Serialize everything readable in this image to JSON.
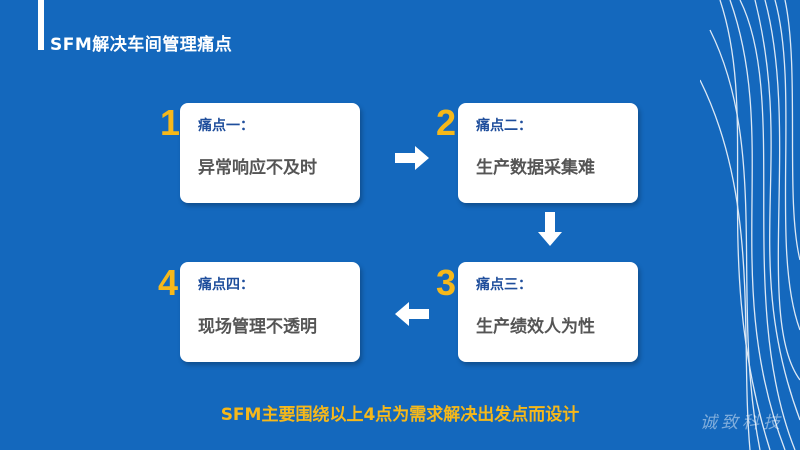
{
  "header": {
    "title": "SFM解决车间管理痛点"
  },
  "cards": [
    {
      "number": "1",
      "label": "痛点一：",
      "text": "异常响应不及时"
    },
    {
      "number": "2",
      "label": "痛点二：",
      "text": "生产数据采集难"
    },
    {
      "number": "3",
      "label": "痛点三：",
      "text": "生产绩效人为性"
    },
    {
      "number": "4",
      "label": "痛点四：",
      "text": "现场管理不透明"
    }
  ],
  "footer": {
    "summary": "SFM主要围绕以上4点为需求解决出发点而设计"
  },
  "watermark": "诚致科技",
  "colors": {
    "background": "#1468bd",
    "accent": "#f6b81a",
    "card": "#ffffff",
    "card_heading": "#1f4e9c",
    "card_text": "#555555"
  }
}
